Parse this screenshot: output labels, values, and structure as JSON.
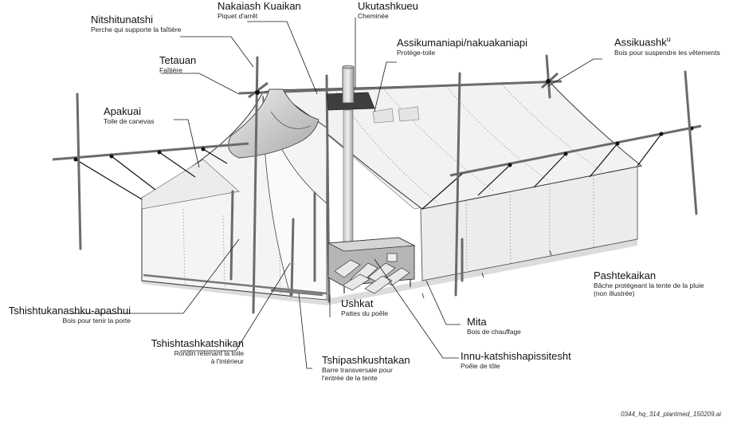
{
  "labels": {
    "nitshitunatshi": {
      "term": "Nitshitunatshi",
      "desc": "Perche qui supporte la faîtière"
    },
    "nakaiash": {
      "term": "Nakaiash Kuaikan",
      "desc": "Piquet d'arrêt"
    },
    "ukutashkueu": {
      "term": "Ukutashkueu",
      "desc": "Cheminée"
    },
    "assikumaniapi": {
      "term": "Assikumaniapi/nakuakaniapi",
      "desc": "Protège-toile"
    },
    "assikuashk": {
      "term": "Assikuashk",
      "sup": "u",
      "desc": "Bois pour suspendre les vêtements"
    },
    "tetauan": {
      "term": "Tetauan",
      "desc": "Faîtière"
    },
    "apakuai": {
      "term": "Apakuai",
      "desc": "Toile de canevas"
    },
    "pashtekaikan": {
      "term": "Pashtekaikan",
      "desc": "Bâche protégeant la tente de la pluie\n(non illustrée)"
    },
    "tshishtukanashku": {
      "term": "Tshishtukanashku-apashui",
      "desc": "Bois pour tenir la porte"
    },
    "ushkat": {
      "term": "Ushkat",
      "desc": "Pattes du poêle"
    },
    "mita": {
      "term": "Mita",
      "desc": "Bois de chauffage"
    },
    "tshishtashkatshikan": {
      "term": "Tshishtashkatshikan",
      "desc": "Rondin retenant la toile\nà l'intérieur"
    },
    "innu": {
      "term": "Innu-katshishapissitesht",
      "desc": "Poêle de tôle"
    },
    "tshipashkushtakan": {
      "term": "Tshipashkushtakan",
      "desc": "Barre transversale pour\nl'entrée de la tente"
    }
  },
  "credit": "0344_hq_314_plantmed_150209.ai",
  "colors": {
    "line": "#1a1a1a",
    "pole": "#6b6b6b",
    "canvas": "#f1f1f1",
    "canvas_shade": "#d9d9d9",
    "stove": "#9a9a9a"
  }
}
